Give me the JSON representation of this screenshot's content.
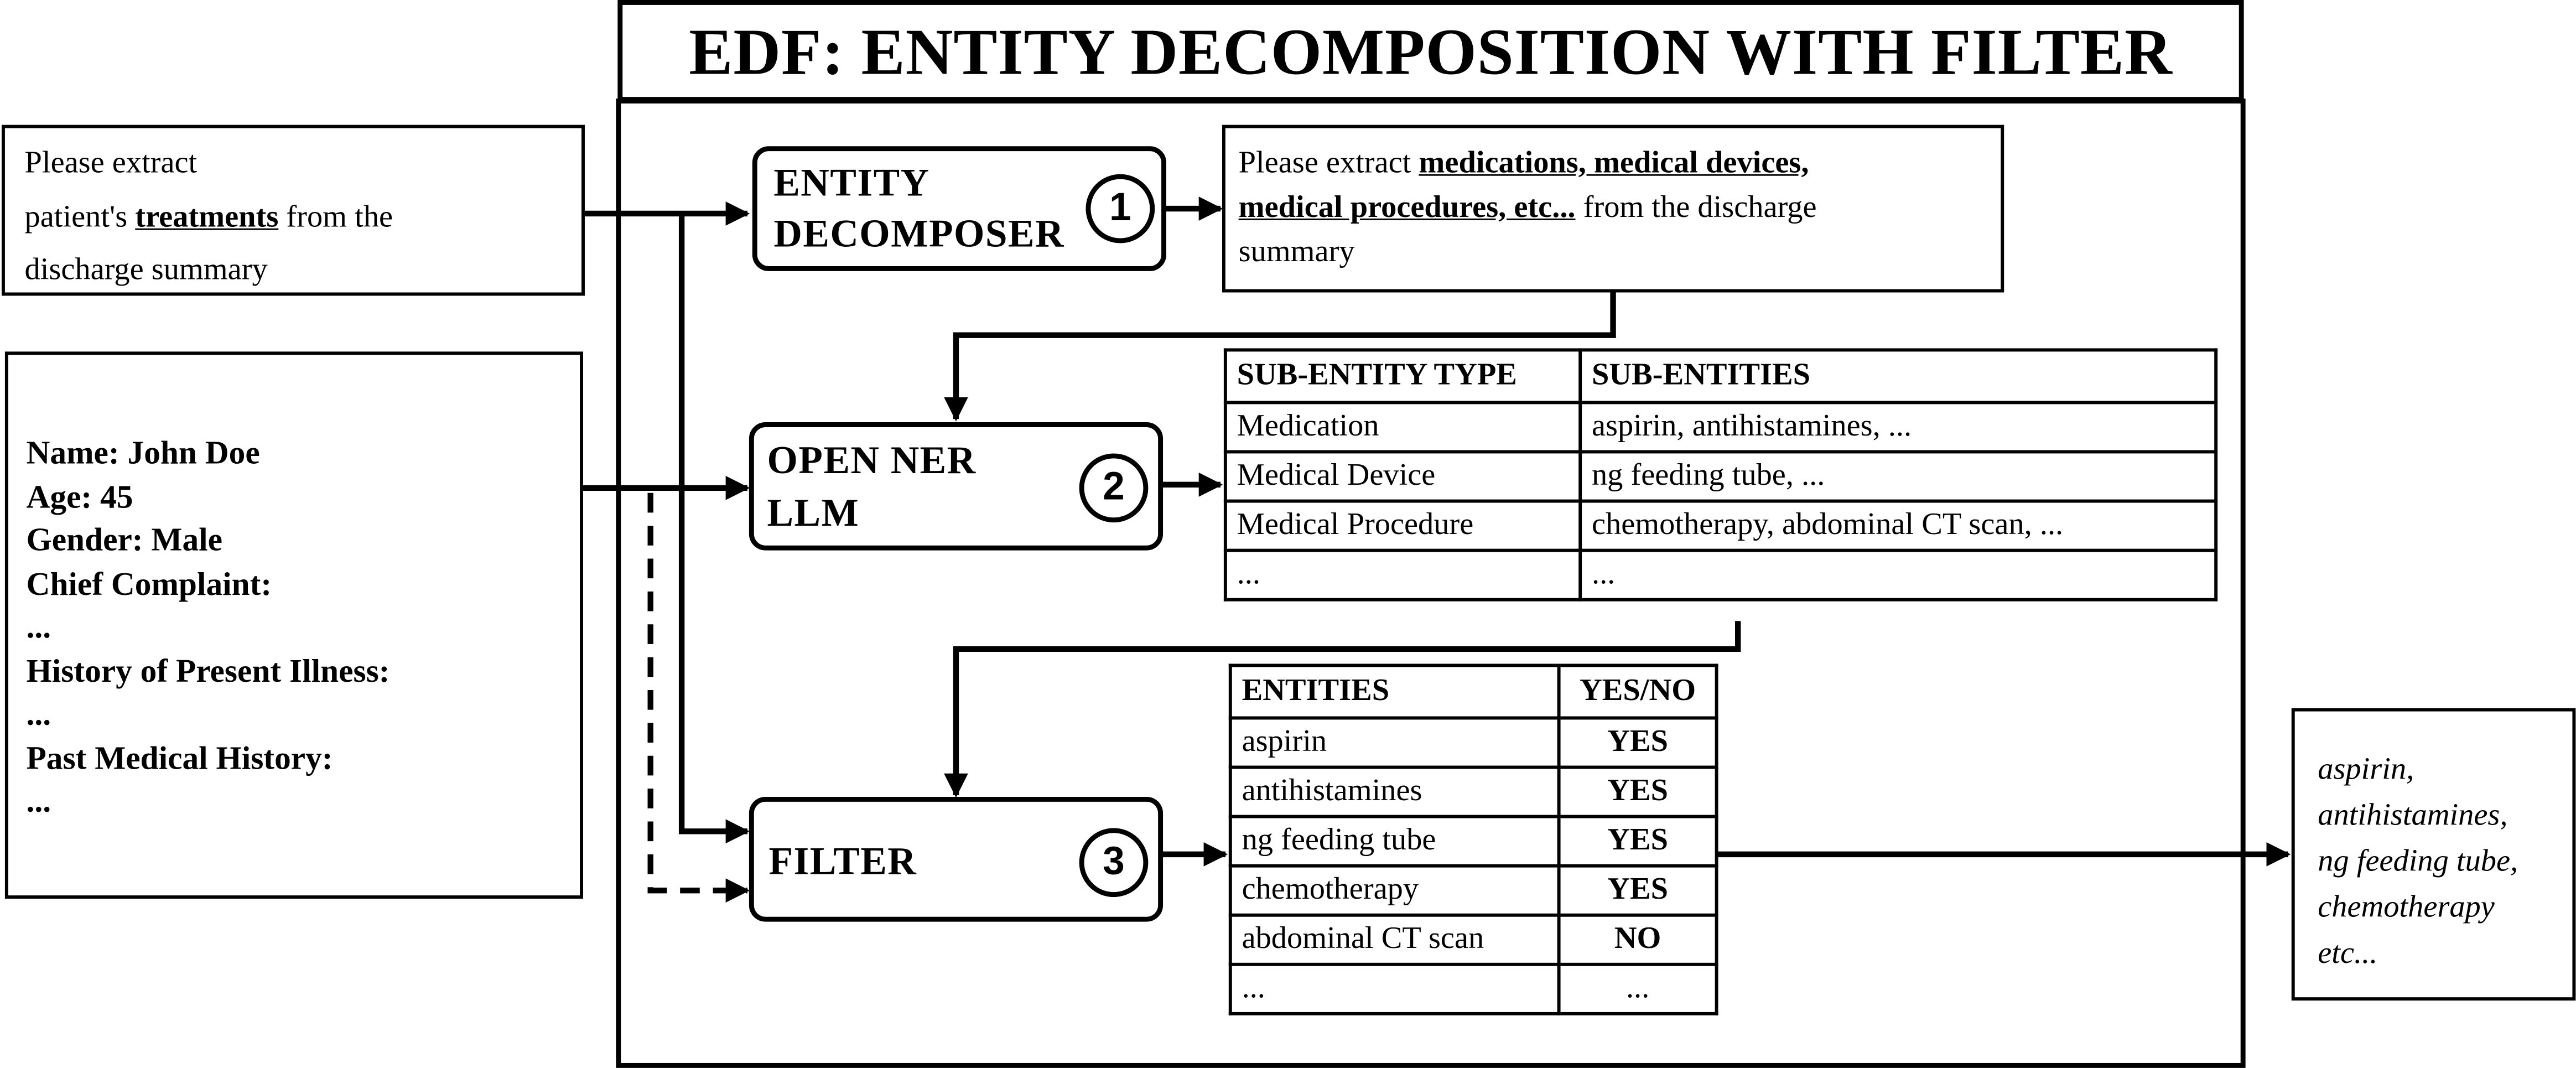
{
  "title": "EDF: ENTITY DECOMPOSITION WITH FILTER",
  "user_prompt": {
    "line1": "Please extract",
    "line2_pre": "patient's ",
    "line2_key": "treatments",
    "line2_post": " from the",
    "line3": "discharge summary"
  },
  "record": {
    "lines": [
      "Name: John Doe",
      "Age: 45",
      "Gender: Male",
      "Chief Complaint:",
      "...",
      "History of Present Illness:",
      "...",
      "Past Medical History:",
      "..."
    ]
  },
  "modules": {
    "decomposer": {
      "line1": "ENTITY",
      "line2": "DECOMPOSER",
      "step": "1"
    },
    "ner": {
      "line1": "OPEN NER",
      "line2": "LLM",
      "step": "2"
    },
    "filter": {
      "label": "FILTER",
      "step": "3"
    }
  },
  "decomposed_prompt": {
    "pre": "Please extract ",
    "key1": "medications, medical devices,",
    "key2": "medical procedures, etc...",
    "post": " from the discharge",
    "end": "summary"
  },
  "sub_entity_table": {
    "headers": [
      "SUB-ENTITY TYPE",
      "SUB-ENTITIES"
    ],
    "rows": [
      [
        "Medication",
        "aspirin, antihistamines, ..."
      ],
      [
        "Medical Device",
        "ng feeding tube, ..."
      ],
      [
        "Medical Procedure",
        "chemotherapy, abdominal CT scan, ..."
      ],
      [
        "...",
        "..."
      ]
    ]
  },
  "filter_table": {
    "headers": [
      "ENTITIES",
      "YES/NO"
    ],
    "rows": [
      [
        "aspirin",
        "YES"
      ],
      [
        "antihistamines",
        "YES"
      ],
      [
        "ng feeding tube",
        "YES"
      ],
      [
        "chemotherapy",
        "YES"
      ],
      [
        "abdominal CT scan",
        "NO"
      ],
      [
        "...",
        "..."
      ]
    ]
  },
  "output": {
    "lines": [
      "aspirin,",
      "antihistamines,",
      "ng feeding tube,",
      "chemotherapy",
      "etc..."
    ]
  }
}
